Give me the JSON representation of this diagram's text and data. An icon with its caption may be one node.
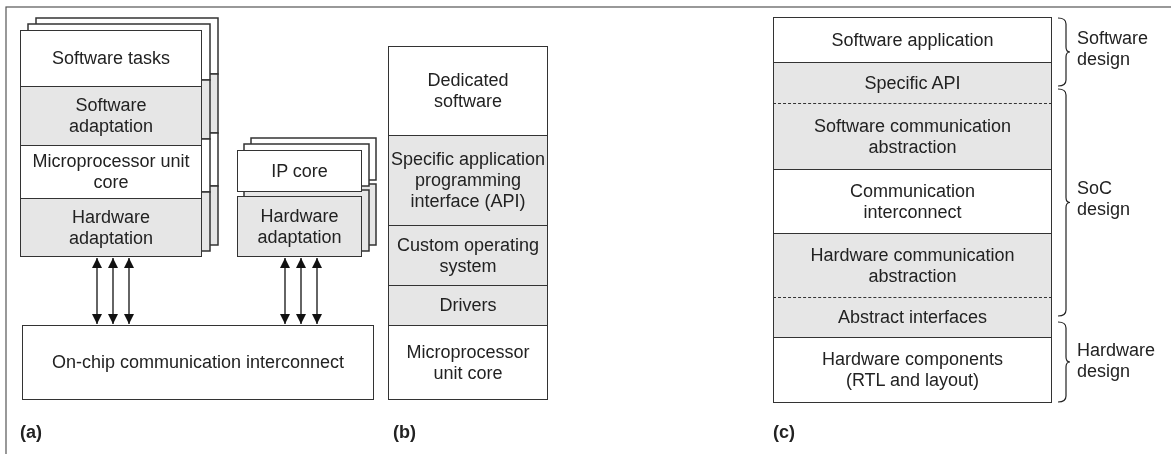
{
  "diagram": {
    "nodes": [
      {
        "text": [
          "Software tasks"
        ]
      },
      {
        "text": [
          "Software adaptation"
        ]
      },
      {
        "text": [
          "Microprocessor unit core"
        ]
      },
      {
        "text": [
          "Hardware adaptation"
        ]
      },
      {
        "text": [
          "IP core"
        ]
      },
      {
        "text": [
          "Hardware adaptation"
        ]
      },
      {
        "text": [
          "On-chip communication interconnect"
        ]
      },
      {
        "text": [
          "Dedicated software"
        ]
      },
      {
        "text": [
          "Specific application programming interface (API)"
        ]
      },
      {
        "text": [
          "Custom operating system"
        ]
      },
      {
        "text": [
          "Drivers"
        ]
      },
      {
        "text": [
          "Microprocessor unit core"
        ]
      },
      {
        "text": [
          "Software application"
        ]
      },
      {
        "text": [
          "Specific API"
        ]
      },
      {
        "text": [
          "Software communication abstraction"
        ]
      },
      {
        "text": [
          "Communication interconnect"
        ]
      },
      {
        "text": [
          "Hardware communication abstraction"
        ]
      },
      {
        "text": [
          "Abstract interfaces"
        ]
      },
      {
        "text": [
          "Hardware components (RTL and layout)"
        ]
      }
    ],
    "edges": [
      {
        "from": 3,
        "to": 6,
        "arrow": "both"
      },
      {
        "from": 3,
        "to": 6,
        "arrow": "both"
      },
      {
        "from": 3,
        "to": 6,
        "arrow": "both"
      },
      {
        "from": 5,
        "to": 6,
        "arrow": "both"
      },
      {
        "from": 5,
        "to": 6,
        "arrow": "both"
      },
      {
        "from": 5,
        "to": 6,
        "arrow": "both"
      }
    ],
    "labels": [
      "Software design",
      "SoC design",
      "Hardware design",
      "(a)",
      "(b)",
      "(c)"
    ]
  }
}
